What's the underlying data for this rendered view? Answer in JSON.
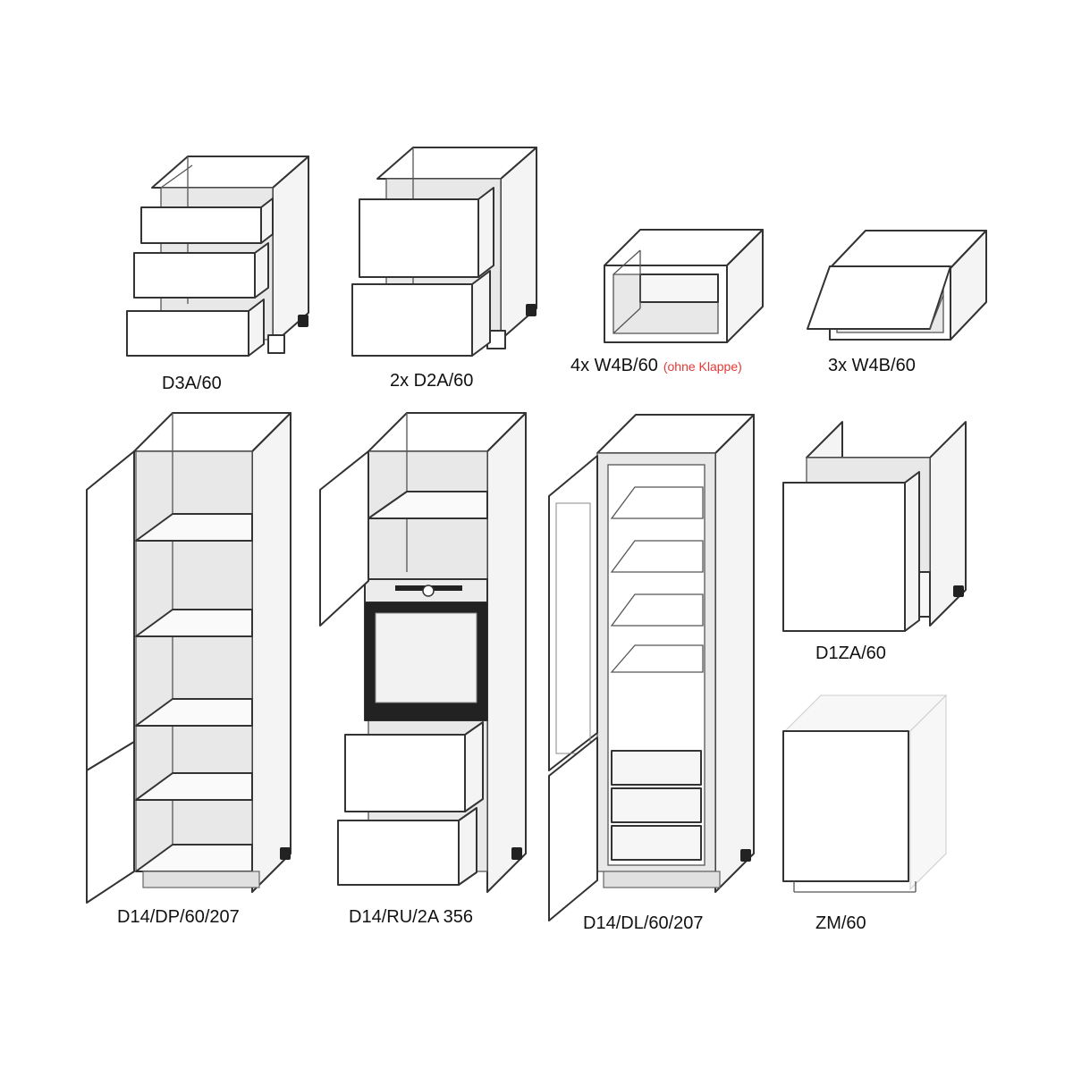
{
  "units": [
    {
      "id": "d3a",
      "label": "D3A/60"
    },
    {
      "id": "d2a",
      "label": "2x D2A/60"
    },
    {
      "id": "w4b-open",
      "label": "4x W4B/60",
      "note": "(ohne Klappe)"
    },
    {
      "id": "w4b",
      "label": "3x W4B/60"
    },
    {
      "id": "dp",
      "label": "D14/DP/60/207"
    },
    {
      "id": "ru",
      "label": "D14/RU/2A 356"
    },
    {
      "id": "dl",
      "label": "D14/DL/60/207"
    },
    {
      "id": "d1za",
      "label": "D1ZA/60"
    },
    {
      "id": "zm",
      "label": "ZM/60"
    }
  ],
  "colors": {
    "line": "#333333",
    "note": "#e53935",
    "oven_dark": "#222222"
  }
}
